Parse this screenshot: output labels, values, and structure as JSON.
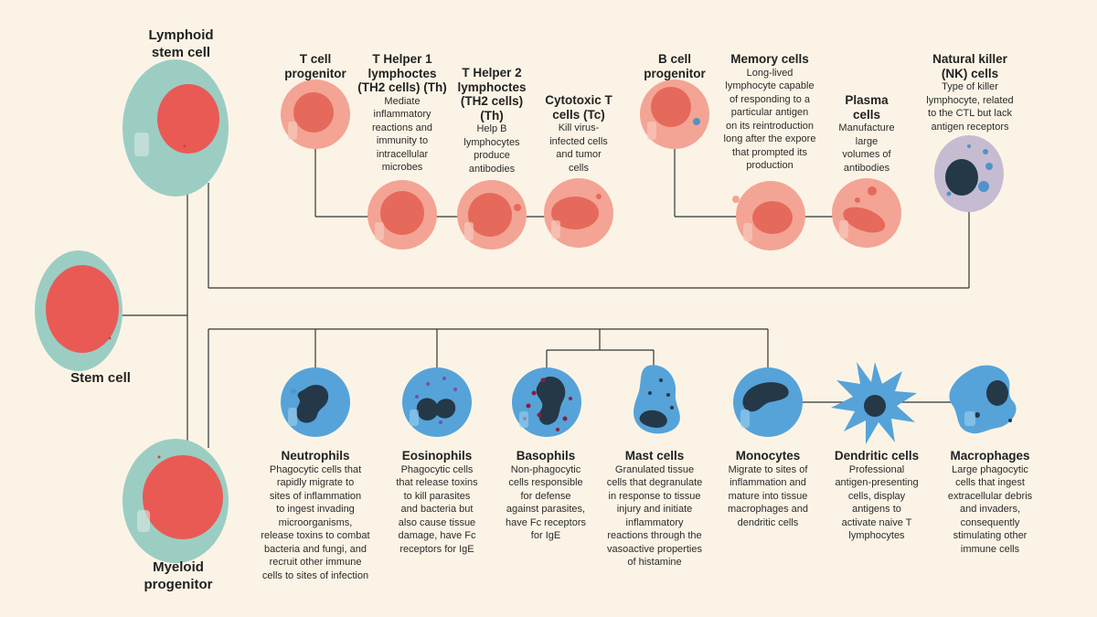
{
  "stem": {
    "stem_title": "Stem cell",
    "lymphoid_title": "Lymphoid\nstem cell",
    "myeloid_title": "Myeloid\nprogenitor"
  },
  "lymphoid": [
    {
      "key": "t_progenitor",
      "title": "T cell\nprogenitor",
      "desc": ""
    },
    {
      "key": "th1",
      "title": "T Helper 1\nlymphoctes\n(TH2 cells) (Th)",
      "desc": "Mediate\ninflammatory\nreactions and\nimmunity to\nintracellular\nmicrobes"
    },
    {
      "key": "th2",
      "title": "T Helper 2\nlymphoctes\n(TH2 cells)\n(Th)",
      "desc": "Help B\nlymphocytes\nproduce\nantibodies"
    },
    {
      "key": "cytotoxic",
      "title": "Cytotoxic T\ncells (Tc)",
      "desc": "Kill virus-\ninfected cells\nand tumor\ncells"
    },
    {
      "key": "b_progenitor",
      "title": "B cell\nprogenitor",
      "desc": ""
    },
    {
      "key": "memory",
      "title": "Memory cells",
      "desc": "Long-lived\nlymphocyte capable\nof responding to a\nparticular antigen\non its reintroduction\nlong after the expore\nthat prompted its\nproduction"
    },
    {
      "key": "plasma",
      "title": "Plasma\ncells",
      "desc": "Manufacture\nlarge\nvolumes of\nantibodies"
    },
    {
      "key": "nk",
      "title": "Natural killer\n(NK) cells",
      "desc": "Type of killer\nlymphocyte, related\nto the CTL but lack\nantigen receptors"
    }
  ],
  "myeloid": [
    {
      "key": "neutrophils",
      "title": "Neutrophils",
      "desc": "Phagocytic cells that\nrapidly migrate to\nsites of inflammation\nto ingest invading\nmicroorganisms,\nrelease toxins to combat\nbacteria and fungi, and\nrecruit other immune\ncells to sites of infection"
    },
    {
      "key": "eosinophils",
      "title": "Eosinophils",
      "desc": "Phagocytic cells\nthat release toxins\nto kill parasites\nand bacteria but\nalso cause tissue\ndamage, have Fc\nreceptors for IgE"
    },
    {
      "key": "basophils",
      "title": "Basophils",
      "desc": "Non-phagocytic\ncells responsible\nfor defense\nagainst parasites,\nhave Fc receptors\nfor IgE"
    },
    {
      "key": "mast",
      "title": "Mast cells",
      "desc": "Granulated tissue\ncells that degranulate\nin response to tissue\ninjury and initiate\ninflammatory\nreactions through the\nvasoactive properties\nof histamine"
    },
    {
      "key": "monocytes",
      "title": "Monocytes",
      "desc": "Migrate to sites of\ninflammation and\nmature into tissue\nmacrophages and\ndendritic cells"
    },
    {
      "key": "dendritic",
      "title": "Dendritic cells",
      "desc": "Professional\nantigen-presenting\ncells, display\nantigens to\nactivate naive T\nlymphocytes"
    },
    {
      "key": "macrophages",
      "title": "Macrophages",
      "desc": "Large phagocytic\ncells that ingest\nextracellular debris\nand invaders,\nconsequently\nstimulating other\nimmune cells"
    }
  ],
  "colors": {
    "background": "#fbf4e6",
    "line": "#333333",
    "teal_cytoplasm": "#9ccdc3",
    "red_nucleus": "#e95a55",
    "pink_cell": "#f4a494",
    "pink_nucleus": "#e56a5c",
    "blue_cell": "#56a3d9",
    "dark_nucleus": "#243848",
    "nk_cell": "#c6bcd2"
  }
}
